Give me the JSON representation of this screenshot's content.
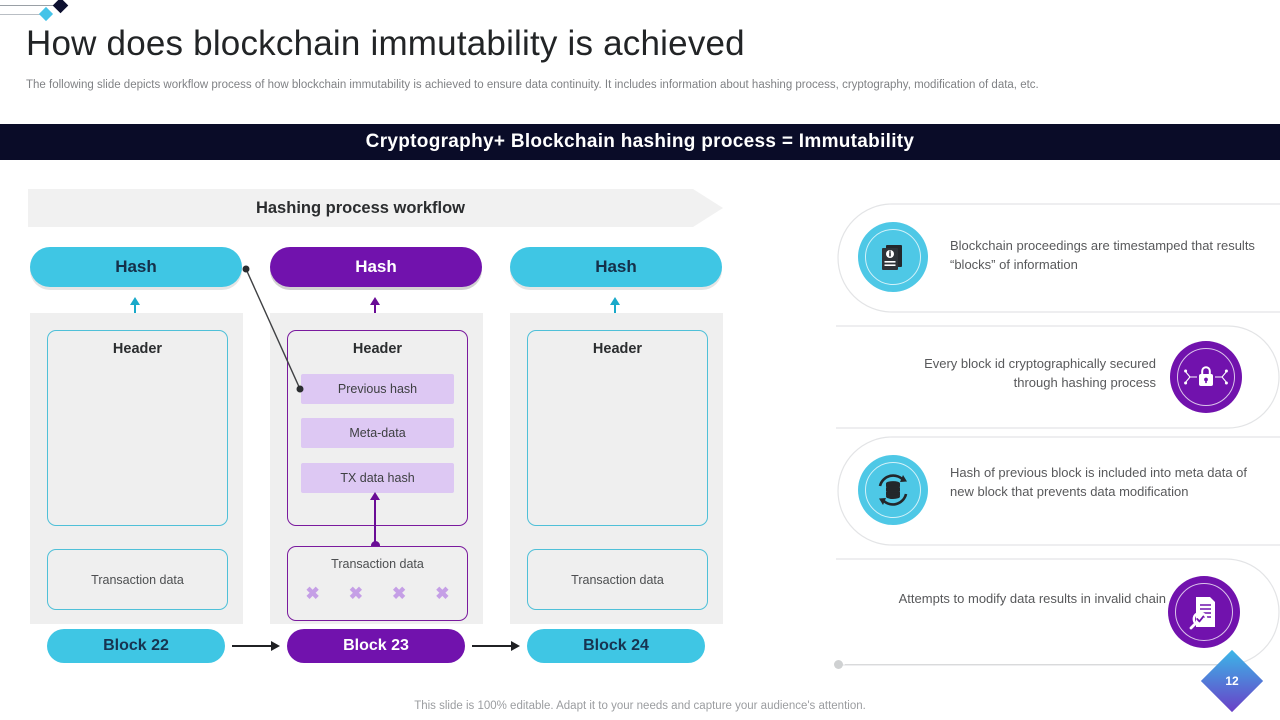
{
  "header": {
    "title": "How does blockchain immutability is achieved",
    "subtitle": "The following slide depicts workflow process of how blockchain immutability is achieved to  ensure data continuity. It includes information about hashing process, cryptography, modification of data, etc."
  },
  "banner": {
    "text": "Cryptography+ Blockchain  hashing process  =  Immutability"
  },
  "flow": {
    "label": "Hashing process workflow"
  },
  "blocks": [
    {
      "hash_label": "Hash",
      "header_label": "Header",
      "meta_rows": [],
      "transaction_label": "Transaction data",
      "x_marks": [],
      "block_label": "Block 22",
      "color": "cyan"
    },
    {
      "hash_label": "Hash",
      "header_label": "Header",
      "meta_rows": [
        "Previous hash",
        "Meta-data",
        "TX data hash"
      ],
      "transaction_label": "Transaction data",
      "x_marks": [
        "✖",
        "✖",
        "✖",
        "✖"
      ],
      "block_label": "Block 23",
      "color": "purple"
    },
    {
      "hash_label": "Hash",
      "header_label": "Header",
      "meta_rows": [],
      "transaction_label": "Transaction data",
      "x_marks": [],
      "block_label": "Block 24",
      "color": "cyan"
    }
  ],
  "points": [
    {
      "text": "Blockchain proceedings are timestamped that results “blocks” of information",
      "icon": "document-info-icon",
      "color": "#4ec8e6",
      "align": "left"
    },
    {
      "text": "Every block id cryptographically secured through hashing process",
      "icon": "lock-network-icon",
      "color": "#7112ad",
      "align": "right"
    },
    {
      "text": "Hash of previous block is included into meta data of new block that prevents data modification",
      "icon": "database-refresh-icon",
      "color": "#4ec8e6",
      "align": "left"
    },
    {
      "text": "Attempts to modify data results in invalid  chain",
      "icon": "document-search-icon",
      "color": "#7112ad",
      "align": "right"
    }
  ],
  "footer": {
    "note": "This slide is 100% editable. Adapt it to your needs and capture your audience's attention.",
    "page_number": "12"
  },
  "colors": {
    "cyan": "#3fc6e4",
    "purple": "#7112ad",
    "banner_bg": "#0a0c28",
    "block_bg": "#efefef",
    "meta_bg": "#ddc8f3"
  }
}
